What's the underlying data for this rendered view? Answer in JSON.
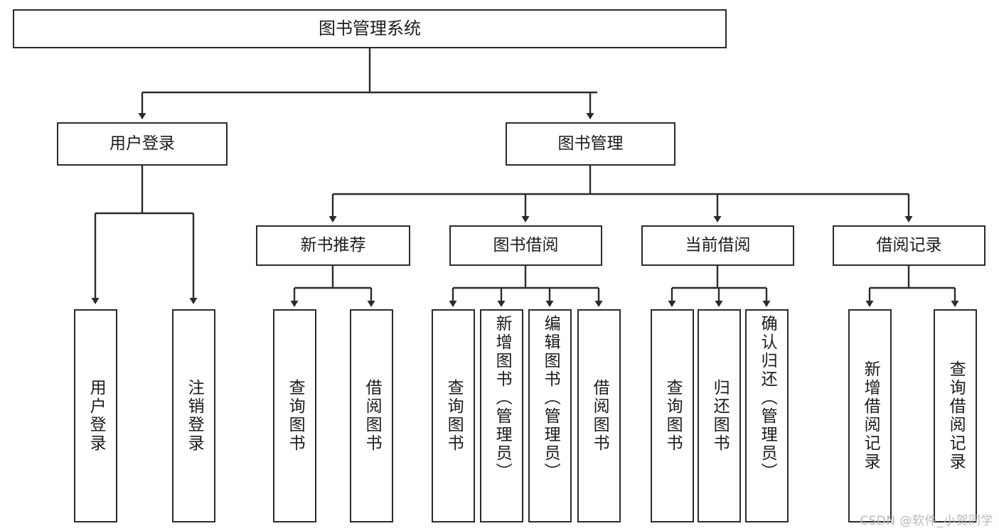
{
  "diagram": {
    "title": "图书管理系统",
    "type": "tree",
    "colors": {
      "box_border": "#2b2b2b",
      "box_fill": "#ffffff",
      "connector": "#2b2b2b",
      "text": "#1b1b1b",
      "watermark": "#b9b9b9"
    },
    "watermark": "CSDN @软件_小贺同学",
    "levels": {
      "level0": [
        {
          "id": "root",
          "label": "图书管理系统"
        }
      ],
      "level1": [
        {
          "id": "user-login",
          "label": "用户登录"
        },
        {
          "id": "book-management",
          "label": "图书管理"
        }
      ],
      "level2": [
        {
          "id": "new-book-recommend",
          "label": "新书推荐",
          "parent": "book-management"
        },
        {
          "id": "book-borrow",
          "label": "图书借阅",
          "parent": "book-management"
        },
        {
          "id": "current-borrow",
          "label": "当前借阅",
          "parent": "book-management"
        },
        {
          "id": "borrow-record",
          "label": "借阅记录",
          "parent": "book-management"
        }
      ],
      "level3": [
        {
          "id": "leaf-user-login",
          "label": "用户登录",
          "parent": "user-login"
        },
        {
          "id": "leaf-logout-login",
          "label": "注销登录",
          "parent": "user-login"
        },
        {
          "id": "leaf-query-book-1",
          "label": "查询图书",
          "parent": "new-book-recommend"
        },
        {
          "id": "leaf-borrow-book-1",
          "label": "借阅图书",
          "parent": "new-book-recommend"
        },
        {
          "id": "leaf-query-book-2",
          "label": "查询图书",
          "parent": "book-borrow"
        },
        {
          "id": "leaf-add-book",
          "label": "新增图书（管理员）",
          "parent": "book-borrow"
        },
        {
          "id": "leaf-edit-book",
          "label": "编辑图书（管理员）",
          "parent": "book-borrow"
        },
        {
          "id": "leaf-borrow-book-2",
          "label": "借阅图书",
          "parent": "book-borrow"
        },
        {
          "id": "leaf-query-book-3",
          "label": "查询图书",
          "parent": "current-borrow"
        },
        {
          "id": "leaf-return-book",
          "label": "归还图书",
          "parent": "current-borrow"
        },
        {
          "id": "leaf-confirm-return",
          "label": "确认归还（管理员）",
          "parent": "current-borrow"
        },
        {
          "id": "leaf-add-record",
          "label": "新增借阅记录",
          "parent": "borrow-record"
        },
        {
          "id": "leaf-query-record",
          "label": "查询借阅记录",
          "parent": "borrow-record"
        }
      ]
    }
  }
}
